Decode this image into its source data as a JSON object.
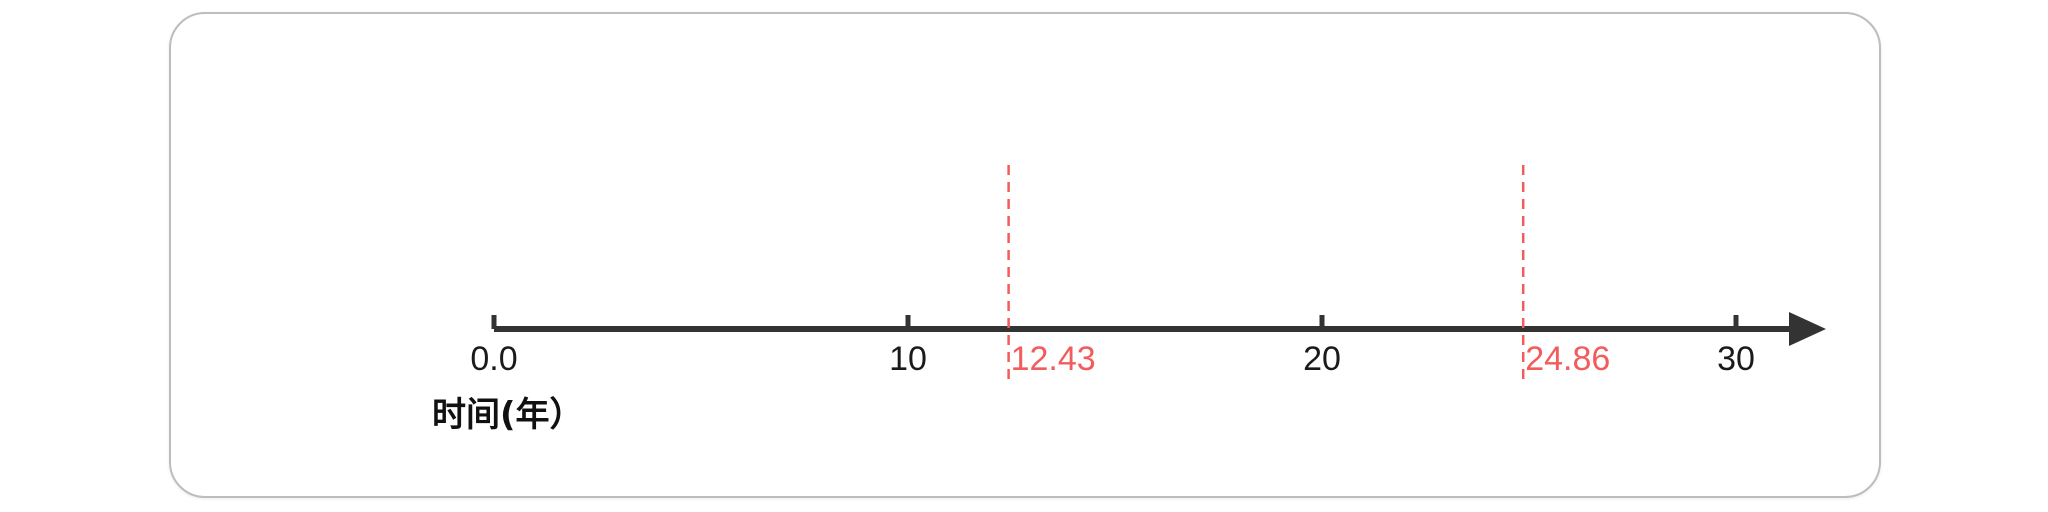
{
  "diagram": {
    "axis": {
      "title": "时间(年）",
      "ticks": [
        {
          "value": 0,
          "label": "0.0"
        },
        {
          "value": 10,
          "label": "10"
        },
        {
          "value": 20,
          "label": "20"
        },
        {
          "value": 30,
          "label": "30"
        }
      ],
      "color": "#333333"
    },
    "markers": [
      {
        "value": 12.43,
        "label": "12.43"
      },
      {
        "value": 24.86,
        "label": "24.86"
      }
    ],
    "marker_color": "#f25c5c"
  }
}
